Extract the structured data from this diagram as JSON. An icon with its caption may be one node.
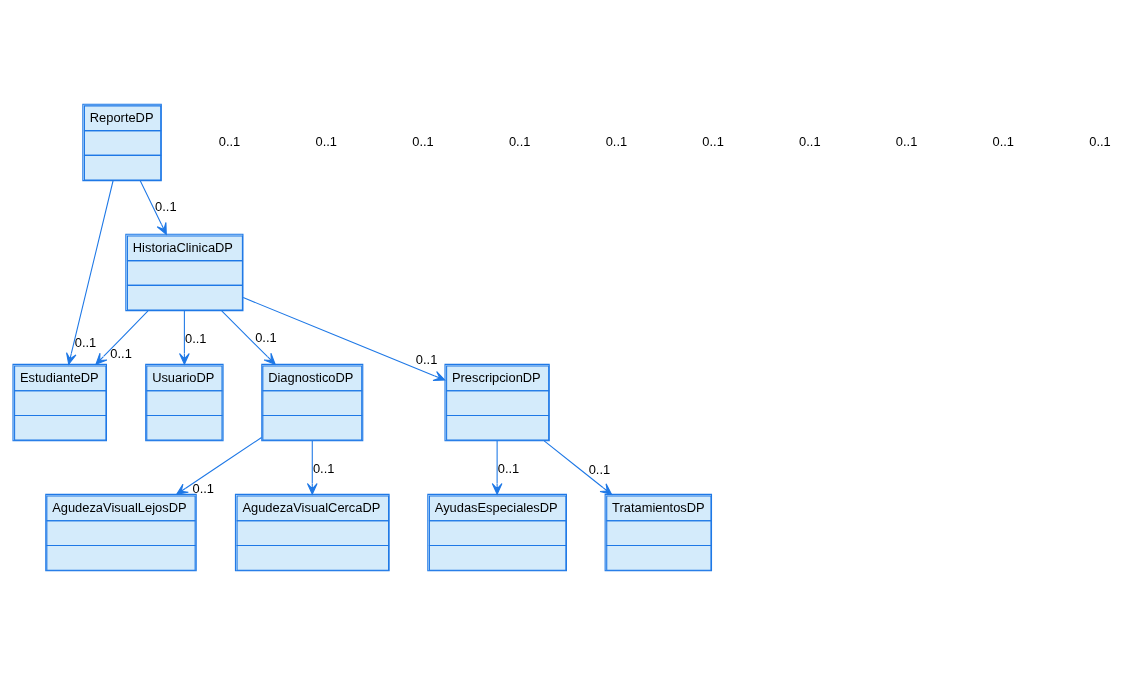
{
  "diagram": {
    "nodes": [
      {
        "text": [
          "ReporteDP"
        ]
      },
      {
        "text": [
          "UsuarioDP"
        ]
      },
      {
        "text": [
          "EstudianteDP"
        ]
      },
      {
        "text": [
          "HistoriaClinicaDP"
        ]
      },
      {
        "text": [
          "DiagnosticoDP"
        ]
      },
      {
        "text": [
          "PrescripcionDP"
        ]
      },
      {
        "text": [
          "AgudezaVisualLejosDP"
        ]
      },
      {
        "text": [
          "AgudezaVisualCercaDP"
        ]
      },
      {
        "text": [
          "AyudasEspecialesDP"
        ]
      },
      {
        "text": [
          "TratamientosDP"
        ]
      }
    ],
    "edges": [
      {
        "from": 0,
        "to": 2,
        "arrow": "to",
        "label": "0..1"
      },
      {
        "from": 0,
        "to": 3,
        "arrow": "to",
        "label": "0..1"
      },
      {
        "from": 3,
        "to": 2,
        "arrow": "to",
        "label": "0..1"
      },
      {
        "from": 3,
        "to": 1,
        "arrow": "to",
        "label": "0..1"
      },
      {
        "from": 3,
        "to": 4,
        "arrow": "to",
        "label": "0..1"
      },
      {
        "from": 3,
        "to": 5,
        "arrow": "to",
        "label": "0..1"
      },
      {
        "from": 4,
        "to": 6,
        "arrow": "to",
        "label": "0..1"
      },
      {
        "from": 4,
        "to": 7,
        "arrow": "to",
        "label": "0..1"
      },
      {
        "from": 5,
        "to": 8,
        "arrow": "to",
        "label": "0..1"
      },
      {
        "from": 5,
        "to": 9,
        "arrow": "to",
        "label": "0..1"
      }
    ],
    "labels": [
      "0..1",
      "0..1",
      "0..1",
      "0..1",
      "0..1",
      "0..1",
      "0..1",
      "0..1",
      "0..1",
      "0..1"
    ]
  }
}
